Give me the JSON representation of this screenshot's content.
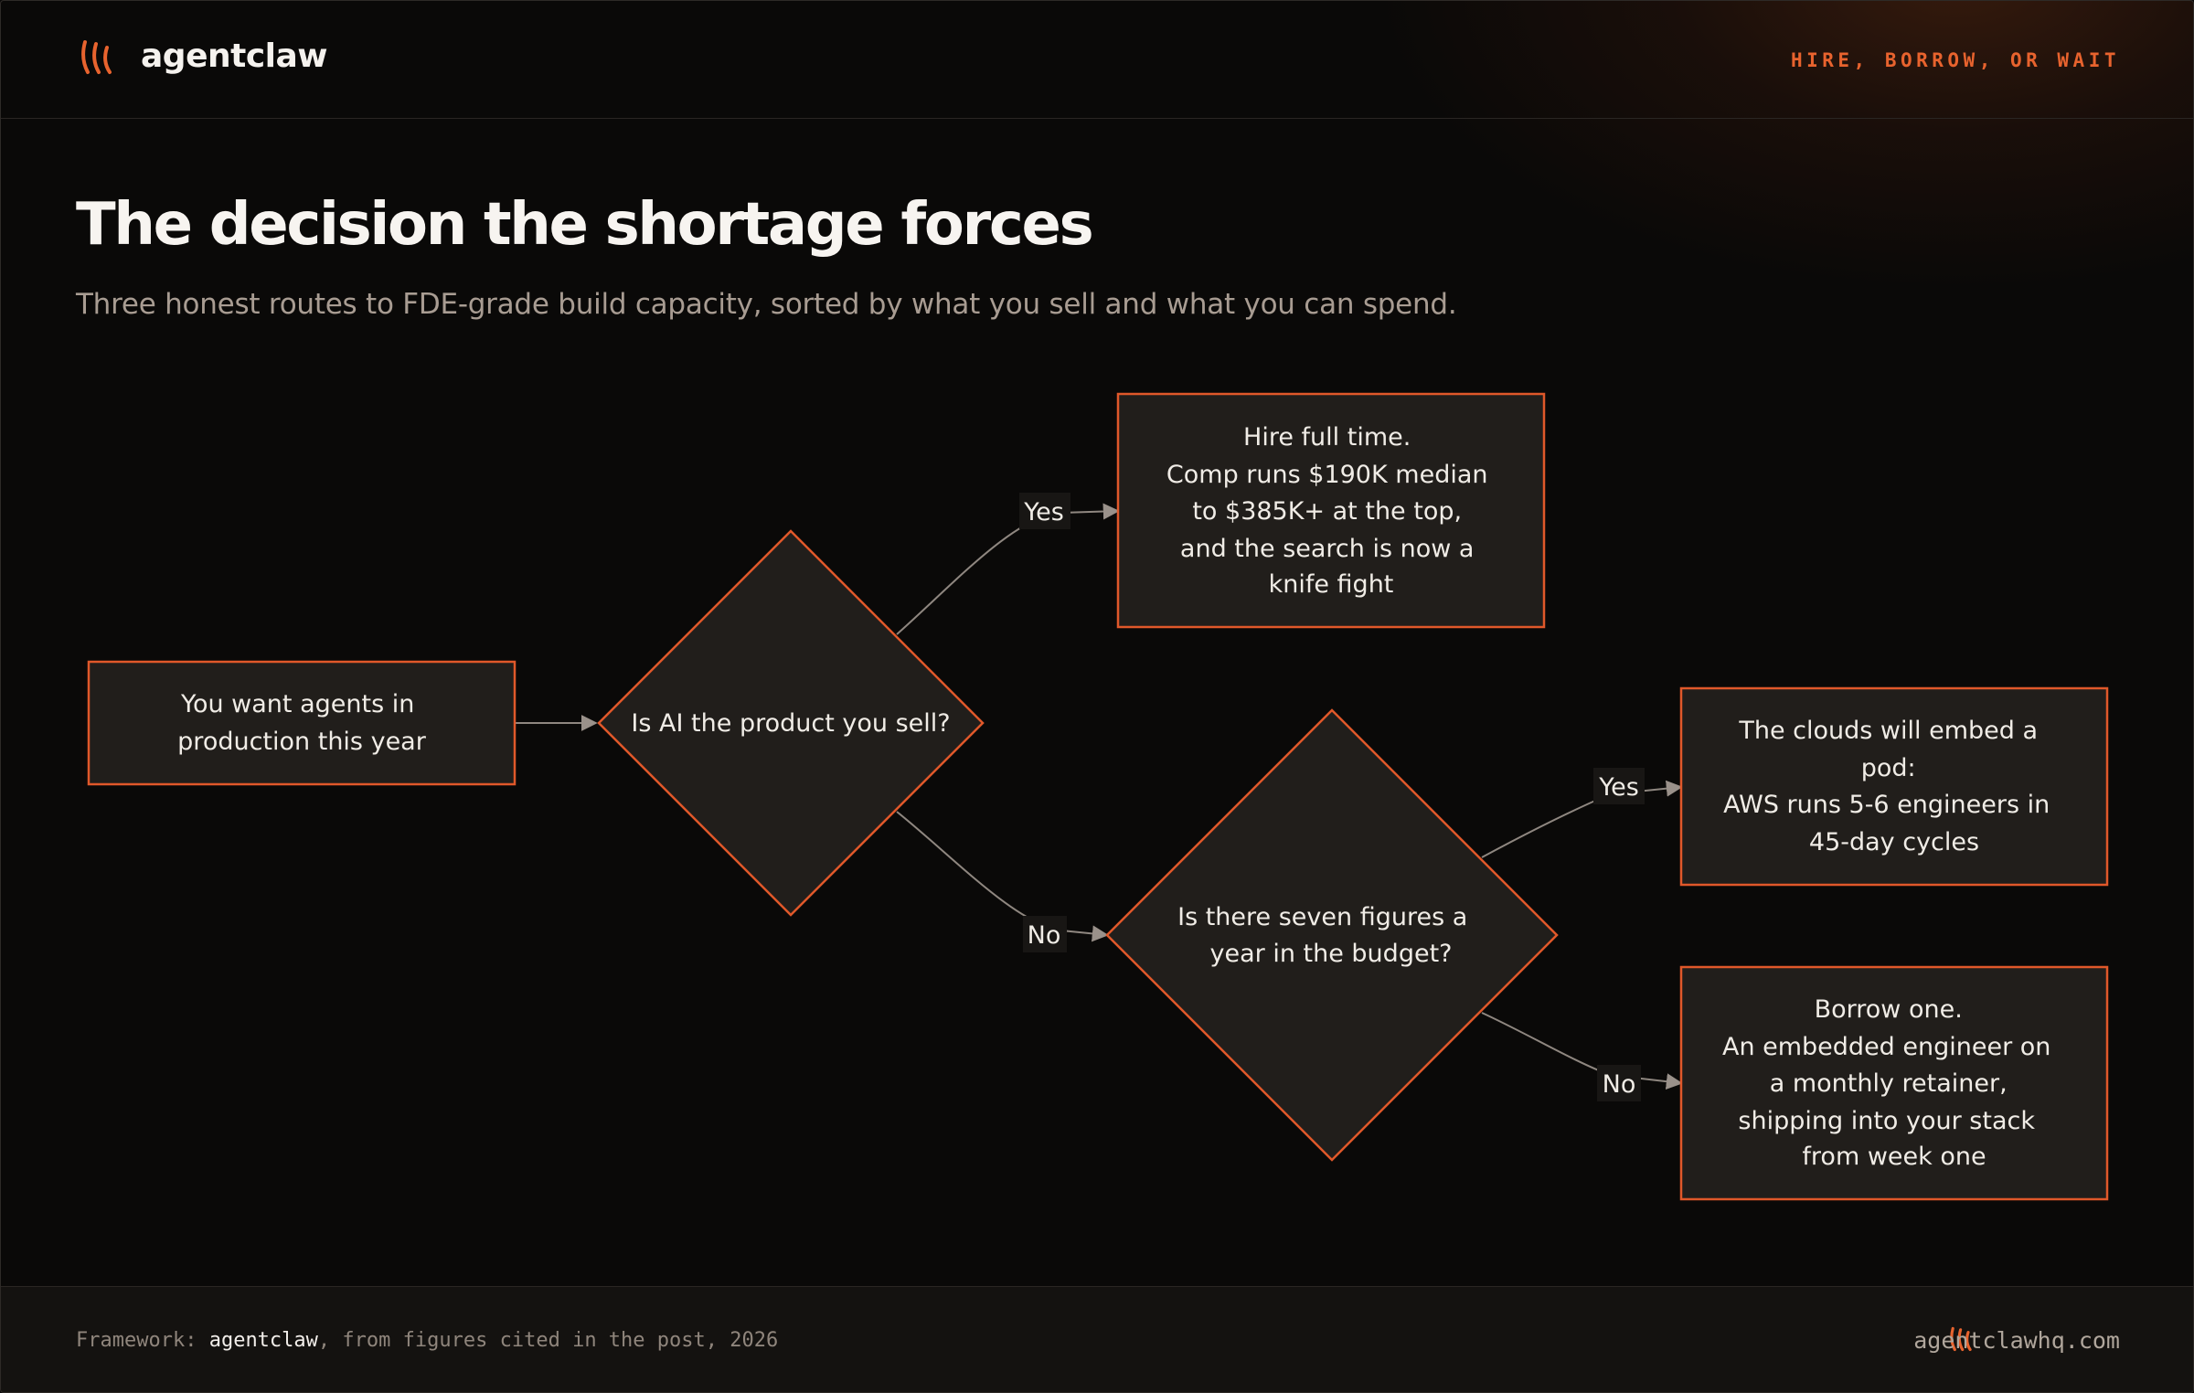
{
  "header": {
    "brand": "agentclaw",
    "tagline": "HIRE, BORROW, OR WAIT",
    "logo_icon": "claw-marks-icon"
  },
  "title": "The decision the shortage forces",
  "subtitle": "Three honest routes to FDE-grade build capacity, sorted by what you sell and what you can spend.",
  "colors": {
    "background": "#0a0908",
    "accent": "#e8632e",
    "node_fill": "#211e1b",
    "text": "#f0ece6",
    "muted": "#a89c92"
  },
  "diagram": {
    "nodes": [
      {
        "id": "start",
        "shape": "rect",
        "lines": [
          "You want agents in",
          "production this year"
        ]
      },
      {
        "id": "q1",
        "shape": "diamond",
        "lines": [
          "Is AI the product you sell?"
        ]
      },
      {
        "id": "hire",
        "shape": "rect",
        "lines": [
          "Hire full time.",
          "Comp runs $190K median",
          "to $385K+ at the top,",
          "and the search is now a",
          "knife fight"
        ]
      },
      {
        "id": "q2",
        "shape": "diamond",
        "lines": [
          "Is there seven figures a",
          "year in the budget?"
        ]
      },
      {
        "id": "clouds",
        "shape": "rect",
        "lines": [
          "The clouds will embed a",
          "pod:",
          "AWS runs 5-6 engineers in",
          "45-day cycles"
        ]
      },
      {
        "id": "borrow",
        "shape": "rect",
        "lines": [
          "Borrow one.",
          "An embedded engineer on",
          "a monthly retainer,",
          "shipping into your stack",
          "from week one"
        ]
      }
    ],
    "edges": [
      {
        "from": "start",
        "to": "q1",
        "label": ""
      },
      {
        "from": "q1",
        "to": "hire",
        "label": "Yes"
      },
      {
        "from": "q1",
        "to": "q2",
        "label": "No"
      },
      {
        "from": "q2",
        "to": "clouds",
        "label": "Yes"
      },
      {
        "from": "q2",
        "to": "borrow",
        "label": "No"
      }
    ]
  },
  "footer": {
    "prefix": "Framework: ",
    "author": "agentclaw",
    "suffix": ", from figures cited in the post, 2026",
    "url": "agentclawhq.com",
    "logo_icon": "claw-marks-icon"
  }
}
